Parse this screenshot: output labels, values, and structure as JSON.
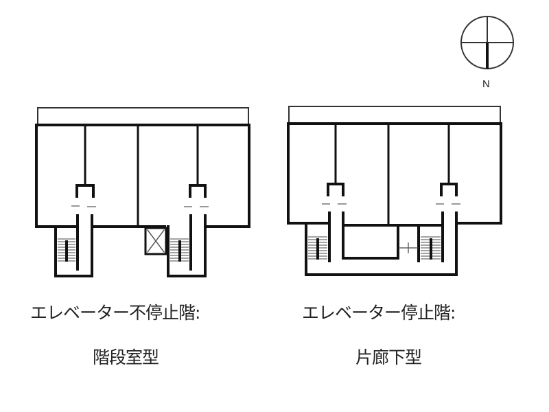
{
  "compass": {
    "north_label": "N"
  },
  "plans": [
    {
      "id": "stairwell-type",
      "caption_line1": "エレベーター不停止階:",
      "caption_line2": "階段室型"
    },
    {
      "id": "single-loaded-corridor-type",
      "caption_line1": "エレベーター停止階:",
      "caption_line2": "片廊下型"
    }
  ],
  "colors": {
    "line": "#111111",
    "background": "#ffffff",
    "dash": "#999999"
  }
}
